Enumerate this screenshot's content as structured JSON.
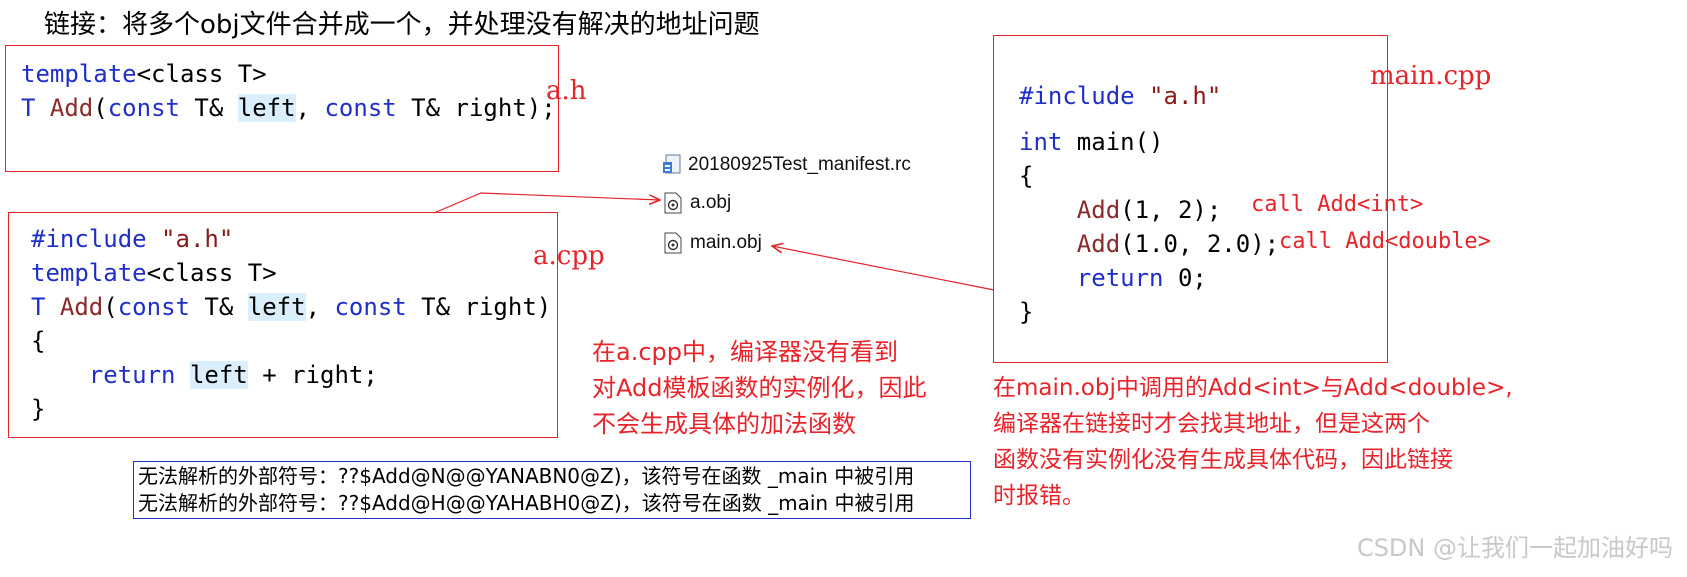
{
  "title": "链接：将多个obj文件合并成一个，并处理没有解决的地址问题",
  "ah": {
    "label": "a.h",
    "line1": {
      "kw": "template",
      "rest": "<class T>"
    },
    "line2": {
      "t": "T ",
      "fn": "Add",
      "p1": "(",
      "k1": "const",
      "s1": " T& ",
      "h1": "left",
      "s2": ", ",
      "k2": "const",
      "s3": " T& right);"
    }
  },
  "acpp": {
    "label": "a.cpp",
    "line1": {
      "pre": "#include ",
      "str": "\"a.h\""
    },
    "line2": {
      "kw": "template",
      "rest": "<class T>"
    },
    "line3": {
      "t": "T ",
      "fn": "Add",
      "p1": "(",
      "k1": "const",
      "s1": " T& ",
      "h1": "left",
      "s2": ", ",
      "k2": "const",
      "s3": " T& right)"
    },
    "line4": "{",
    "line5": {
      "indent": "    ",
      "kw": "return",
      "sp": " ",
      "h1": "left",
      "rest": " + right;"
    },
    "line6": "}"
  },
  "maincpp": {
    "label": "main.cpp",
    "line1": {
      "pre": "#include ",
      "str": "\"a.h\""
    },
    "line2": {
      "kw": "int",
      "rest": " main()"
    },
    "line3": "{",
    "line4": {
      "indent": "    ",
      "fn": "Add",
      "rest": "(1, 2);"
    },
    "line5": {
      "indent": "    ",
      "fn": "Add",
      "rest": "(1.0, 2.0);"
    },
    "line6": {
      "indent": "    ",
      "kw": "return",
      "rest": " 0;"
    },
    "line7": "}",
    "call1": "call Add<int>",
    "call2": "call Add<double>"
  },
  "files": [
    {
      "name": "20180925Test_manifest.rc",
      "icon": "rc-file-icon"
    },
    {
      "name": "a.obj",
      "icon": "obj-file-icon"
    },
    {
      "name": "main.obj",
      "icon": "obj-file-icon"
    }
  ],
  "note_acpp": [
    "在a.cpp中，编译器没有看到",
    "对Add模板函数的实例化，因此",
    "不会生成具体的加法函数"
  ],
  "note_main": [
    "在main.obj中调用的Add<int>与Add<double>,",
    "编译器在链接时才会找其地址，但是这两个",
    "函数没有实例化没有生成具体代码，因此链接",
    "时报错。"
  ],
  "errors": [
    "无法解析的外部符号：??$Add@N@@YANABN0@Z)，该符号在函数 _main 中被引用",
    "无法解析的外部符号：??$Add@H@@YAHABH0@Z)，该符号在函数 _main 中被引用"
  ],
  "watermark": "CSDN @让我们一起加油好吗",
  "colors": {
    "accent_red": "#e8232a",
    "keyword_blue": "#1f2fc8",
    "highlight": "#dbeefb"
  }
}
